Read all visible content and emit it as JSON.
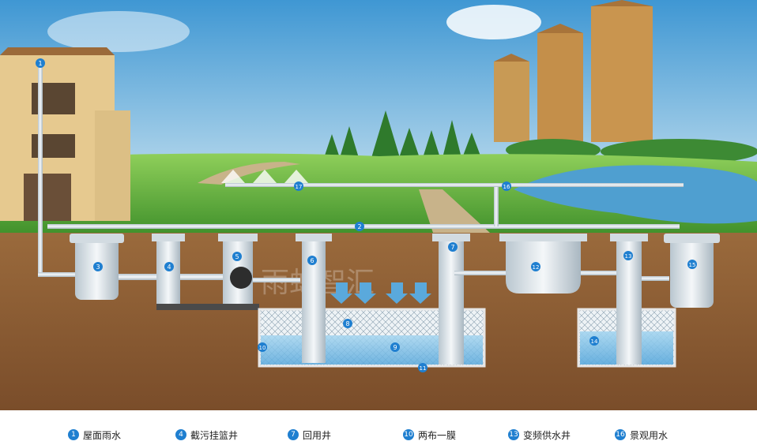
{
  "diagram": {
    "watermark": "雨虹智汇",
    "badges": [
      "1",
      "2",
      "3",
      "4",
      "5",
      "6",
      "7",
      "8",
      "9",
      "10",
      "11",
      "12",
      "13",
      "14",
      "15",
      "16",
      "17"
    ]
  },
  "legend": [
    {
      "num": "1",
      "label": "屋面雨水"
    },
    {
      "num": "4",
      "label": "截污挂篮井"
    },
    {
      "num": "7",
      "label": "回用井"
    },
    {
      "num": "10",
      "label": "两布一膜"
    },
    {
      "num": "13",
      "label": "变频供水井"
    },
    {
      "num": "16",
      "label": "景观用水"
    }
  ],
  "colors": {
    "sky_top": "#4fa3d8",
    "sky_bottom": "#d8ecf5",
    "grass": "#5aa83a",
    "soil": "#8a5a32",
    "water": "#7cc0e6",
    "badge": "#1f7fd0",
    "pipe": "#e8eef2"
  }
}
